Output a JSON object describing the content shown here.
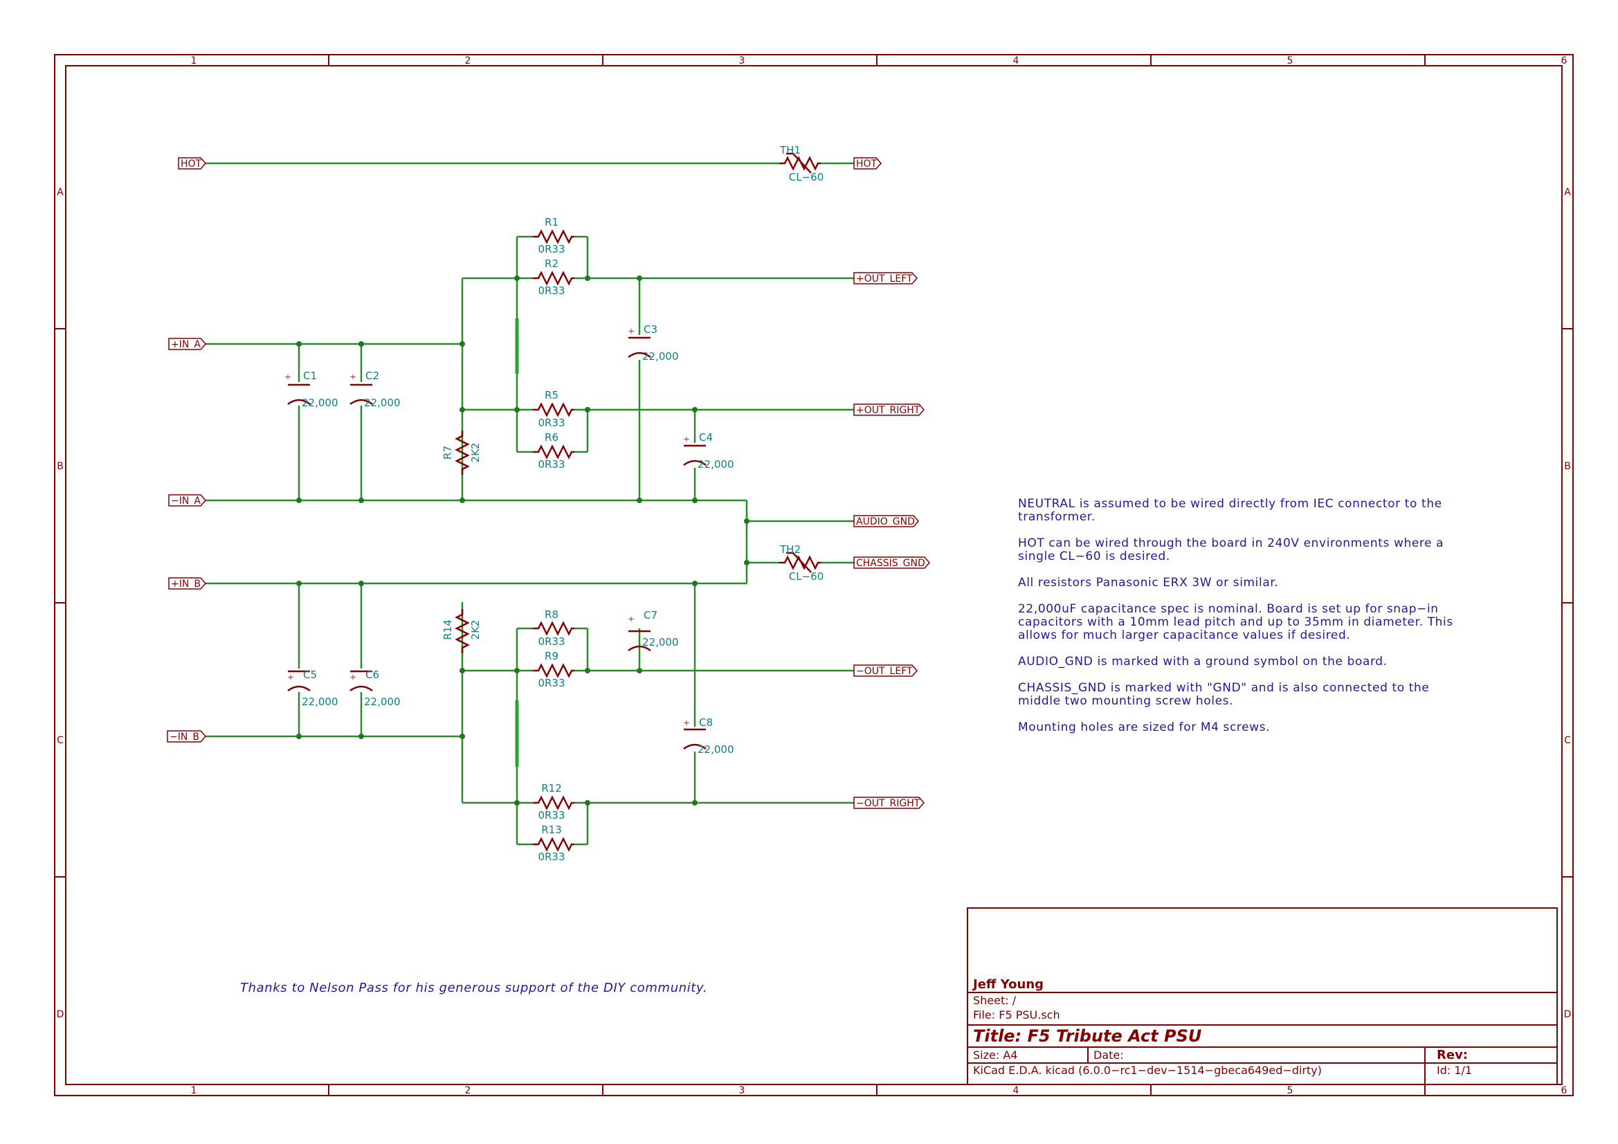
{
  "grid": {
    "cols": [
      "1",
      "2",
      "3",
      "4",
      "5",
      "6"
    ],
    "rows": [
      "A",
      "B",
      "C",
      "D"
    ]
  },
  "labels": {
    "hot_in": "HOT",
    "hot_out": "HOT",
    "in_a_pos": "+IN_A",
    "in_a_neg": "−IN_A",
    "in_b_pos": "+IN_B",
    "in_b_neg": "−IN_B",
    "out_left_pos": "+OUT_LEFT",
    "out_right_pos": "+OUT_RIGHT",
    "audio_gnd": "AUDIO_GND",
    "chassis_gnd": "CHASSIS_GND",
    "out_left_neg": "−OUT_LEFT",
    "out_right_neg": "−OUT_RIGHT"
  },
  "components": {
    "TH1": {
      "ref": "TH1",
      "value": "CL−60"
    },
    "TH2": {
      "ref": "TH2",
      "value": "CL−60"
    },
    "R1": {
      "ref": "R1",
      "value": "0R33"
    },
    "R2": {
      "ref": "R2",
      "value": "0R33"
    },
    "R5": {
      "ref": "R5",
      "value": "0R33"
    },
    "R6": {
      "ref": "R6",
      "value": "0R33"
    },
    "R7": {
      "ref": "R7",
      "value": "2K2"
    },
    "R8": {
      "ref": "R8",
      "value": "0R33"
    },
    "R9": {
      "ref": "R9",
      "value": "0R33"
    },
    "R12": {
      "ref": "R12",
      "value": "0R33"
    },
    "R13": {
      "ref": "R13",
      "value": "0R33"
    },
    "R14": {
      "ref": "R14",
      "value": "2K2"
    },
    "C1": {
      "ref": "C1",
      "value": "22,000"
    },
    "C2": {
      "ref": "C2",
      "value": "22,000"
    },
    "C3": {
      "ref": "C3",
      "value": "22,000"
    },
    "C4": {
      "ref": "C4",
      "value": "22,000"
    },
    "C5": {
      "ref": "C5",
      "value": "22,000"
    },
    "C6": {
      "ref": "C6",
      "value": "22,000"
    },
    "C7": {
      "ref": "C7",
      "value": "22,000"
    },
    "C8": {
      "ref": "C8",
      "value": "22,000"
    }
  },
  "notes": [
    [
      "NEUTRAL is assumed to be wired directly from IEC connector to the",
      "transformer."
    ],
    [
      "HOT can be wired through the board in 240V environments where a",
      "single CL−60 is desired."
    ],
    [
      "All resistors Panasonic ERX 3W or similar."
    ],
    [
      "22,000uF capacitance spec is nominal.  Board is set up for snap−in",
      "capacitors with a 10mm lead pitch and up to 35mm in diameter.  This",
      "allows for much larger capacitance values if desired."
    ],
    [
      "AUDIO_GND is marked with a ground symbol on the board."
    ],
    [
      "CHASSIS_GND is marked with \"GND\" and is also connected to the",
      "middle two mounting screw holes."
    ],
    [
      "Mounting holes are sized for M4 screws."
    ]
  ],
  "thanks": "Thanks to Nelson Pass for his generous support of the DIY community.",
  "title_block": {
    "author": "Jeff Young",
    "sheet": "Sheet: /",
    "file": "File: F5 PSU.sch",
    "title": "Title: F5 Tribute Act PSU",
    "size": "Size: A4",
    "date": "Date:",
    "rev": "Rev:",
    "tool": "KiCad E.D.A.  kicad (6.0.0−rc1−dev−1514−gbeca649ed−dirty)",
    "id": "Id: 1/1"
  }
}
